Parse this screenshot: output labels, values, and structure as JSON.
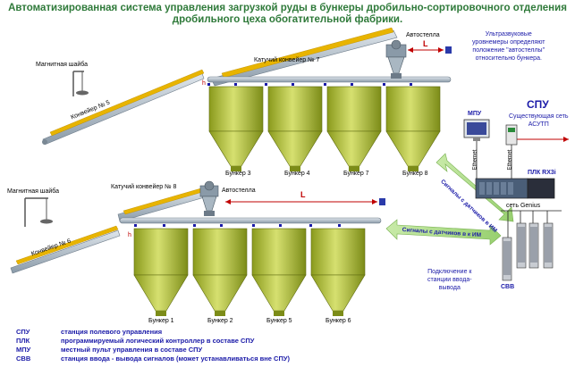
{
  "title": {
    "line1": "Автоматизированная система управления загрузкой руды в бункеры дробильно-сортировочного отделения",
    "line2": "дробильного цеха обогатительной фабрики."
  },
  "upper_line": {
    "magnetic_pulley": "Магнитная шайба",
    "conveyor": "Конвейер № 5",
    "shuttle_conveyor": "Катучий конвейер № 7",
    "autoshuttle": "Автостелла",
    "distance": "L",
    "bunkers": [
      "Бункер 3",
      "Бункер 4",
      "Бункер 7",
      "Бункер 8"
    ],
    "level_label": "h"
  },
  "lower_line": {
    "magnetic_pulley": "Магнитная шайба",
    "conveyor": "Конвейер № 6",
    "shuttle_conveyor": "Катучий конвейер № 8",
    "autoshuttle": "Автостелла",
    "distance": "L",
    "bunkers": [
      "Бункер 1",
      "Бункер 2",
      "Бункер 5",
      "Бункер 6"
    ],
    "level_label": "h"
  },
  "note_ultrasonic": [
    "Ультразвуковые",
    "уровнемеры определяют",
    "положение \"автостеллы\"",
    "относительно бункера."
  ],
  "control": {
    "spu": "СПУ",
    "network": [
      "Существующая сеть",
      "АСУТП"
    ],
    "mpu": "МПУ",
    "plc": "ПЛК RX3i",
    "ethernet": "Ethernet",
    "genius": "сеть Genius",
    "svv": "СВВ",
    "connection_note": [
      "Подключение к",
      "станции ввода-",
      "вывода"
    ]
  },
  "signals": [
    "Сигналы с датчиков в ИМ",
    "Сигналы с датчиков в к ИМ"
  ],
  "legend": [
    {
      "abbr": "СПУ",
      "text": "станция полевого управления"
    },
    {
      "abbr": "ПЛК",
      "text": "программируемый логический контроллер в составе СПУ"
    },
    {
      "abbr": "МПУ",
      "text": "местный пульт управления в составе СПУ"
    },
    {
      "abbr": "СВВ",
      "text": "станция ввода - вывода сигналов (может устанавливаться вне СПУ)"
    }
  ],
  "colors": {
    "title": "#2f7a3a",
    "bunker": "#a8b830",
    "ore": "#e8b400",
    "conveyor": "#8a9aa8",
    "signal_arrow": "#b8e090",
    "accent_red": "#c00000",
    "text_blue": "#1a1aa8"
  }
}
